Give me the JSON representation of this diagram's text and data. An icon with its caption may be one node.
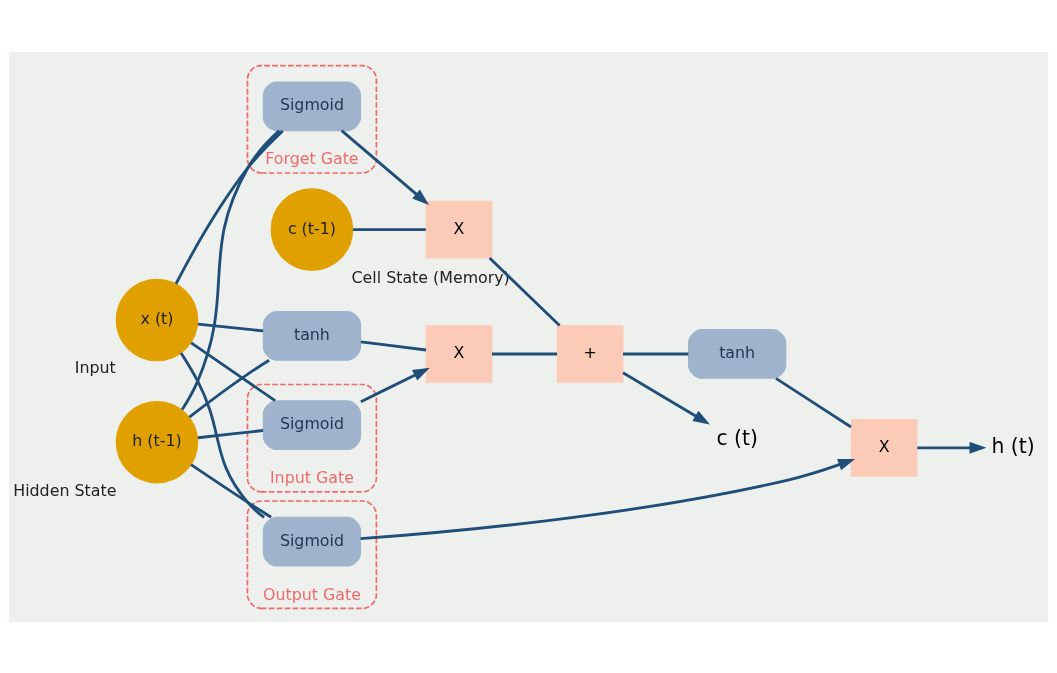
{
  "diagram": {
    "nodes": [
      {
        "text": [
          "c (t-1)"
        ],
        "beside": [
          "Cell State (Memory)"
        ]
      },
      {
        "text": [
          "x (t)"
        ],
        "beside": [
          "Input"
        ]
      },
      {
        "text": [
          "h (t-1)"
        ],
        "beside": [
          "Hidden State"
        ]
      },
      {
        "text": [
          "X"
        ]
      },
      {
        "text": [
          "+"
        ]
      },
      {
        "text": [
          "Forget Gate"
        ]
      },
      {
        "text": [
          "Sigmoid"
        ],
        "in": 5
      },
      {
        "text": [
          "Input Gate"
        ]
      },
      {
        "text": [
          "Sigmoid"
        ],
        "in": 7
      },
      {
        "text": [
          "X"
        ]
      },
      {
        "text": [
          "tanh"
        ]
      },
      {
        "text": [
          "Output Gate"
        ]
      },
      {
        "text": [
          "Sigmoid"
        ],
        "in": 11
      },
      {
        "text": [
          "tanh"
        ]
      },
      {
        "text": [
          "X"
        ]
      },
      {
        "text": [
          "c (t)"
        ]
      },
      {
        "text": [
          "h (t)"
        ]
      }
    ],
    "edges": [
      {
        "from": 0,
        "to": 3,
        "arrow": "none"
      },
      {
        "from": 3,
        "to": 4,
        "arrow": "none"
      },
      {
        "from": 4,
        "to": 15,
        "arrow": "to"
      },
      {
        "from": 1,
        "to": 6,
        "arrow": "none"
      },
      {
        "from": 2,
        "to": 6,
        "arrow": "none"
      },
      {
        "from": 1,
        "to": 8,
        "arrow": "none"
      },
      {
        "from": 2,
        "to": 8,
        "arrow": "none"
      },
      {
        "from": 1,
        "to": 10,
        "arrow": "none"
      },
      {
        "from": 2,
        "to": 10,
        "arrow": "none"
      },
      {
        "from": 1,
        "to": 12,
        "arrow": "none"
      },
      {
        "from": 2,
        "to": 12,
        "arrow": "none"
      },
      {
        "from": 6,
        "to": 3,
        "arrow": "to"
      },
      {
        "from": 8,
        "to": 9,
        "arrow": "to"
      },
      {
        "from": 10,
        "to": 9,
        "arrow": "none"
      },
      {
        "from": 9,
        "to": 4,
        "arrow": "none"
      },
      {
        "from": 4,
        "to": 13,
        "arrow": "none"
      },
      {
        "from": 13,
        "to": 14,
        "arrow": "none"
      },
      {
        "from": 12,
        "to": 14,
        "arrow": "to"
      },
      {
        "from": 14,
        "to": 16,
        "arrow": "to"
      }
    ]
  }
}
